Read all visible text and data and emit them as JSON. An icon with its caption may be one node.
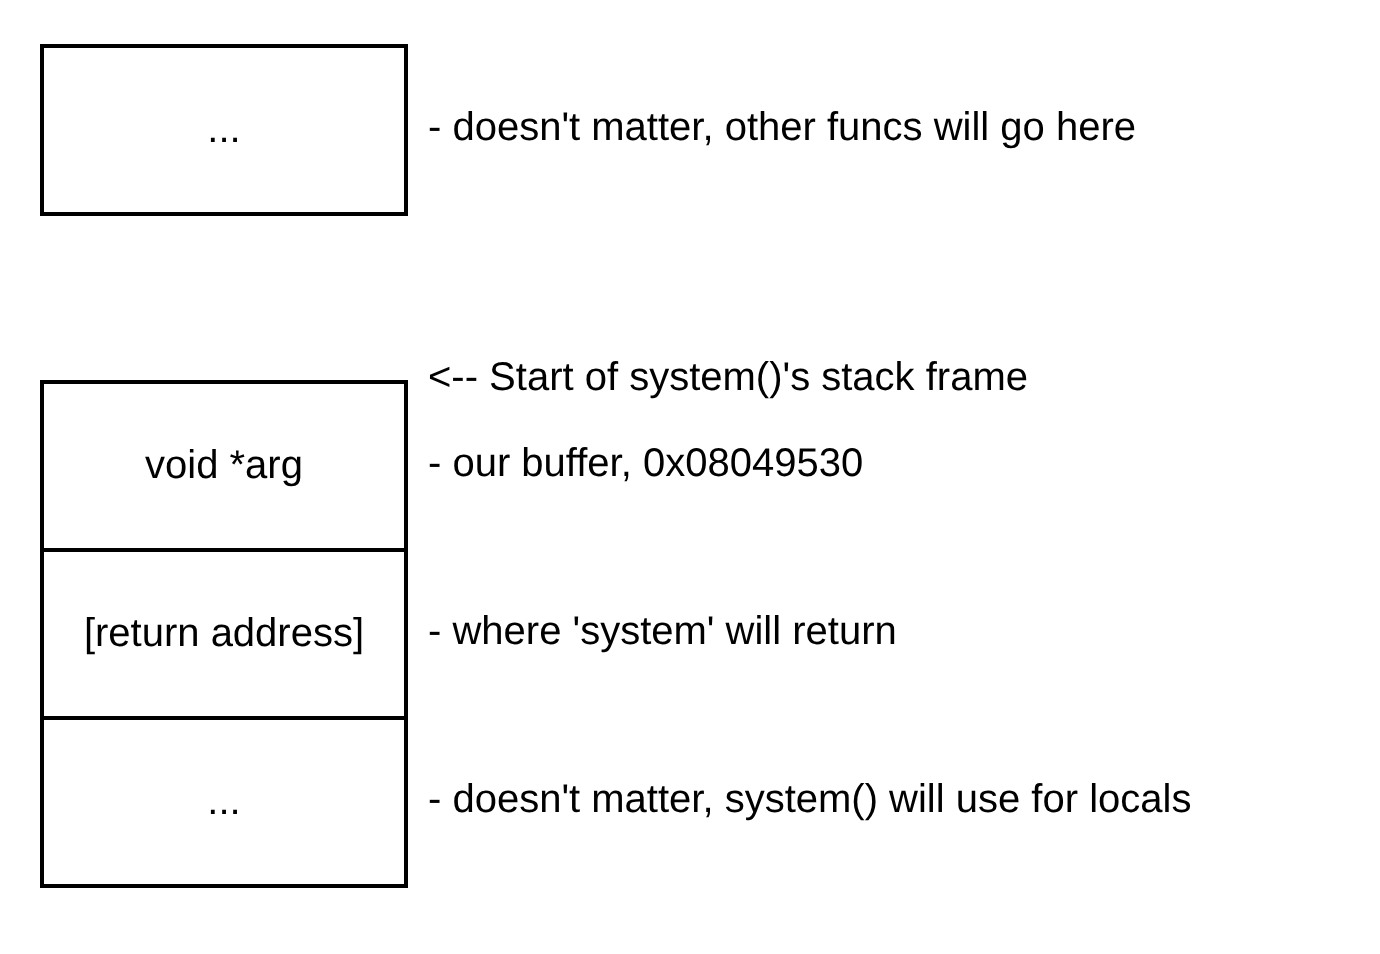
{
  "diagram": {
    "nodes": [
      {
        "text": [
          "..."
        ],
        "beside": [
          "- doesn't matter, other funcs will go here"
        ]
      },
      {
        "text": [
          "void *arg"
        ],
        "beside": [
          "- our buffer, 0x08049530"
        ]
      },
      {
        "text": [
          "[return address]"
        ],
        "beside": [
          "- where 'system' will return"
        ]
      },
      {
        "text": [
          "..."
        ],
        "beside": [
          "- doesn't matter, system() will use for locals"
        ]
      }
    ],
    "edges": [],
    "labels": [
      "<-- Start of system()'s stack frame"
    ]
  }
}
